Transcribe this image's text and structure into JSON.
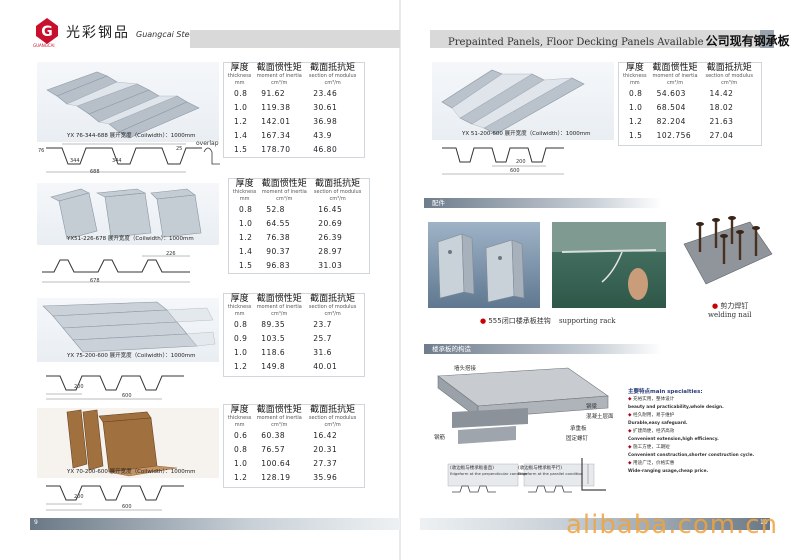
{
  "brand": {
    "name": "光彩钢品",
    "tagline": "Guangcai Steel Products",
    "logo_letters": "GUANGCAI"
  },
  "header": {
    "title_en": "Prepainted Panels, Floor Decking Panels Available",
    "title_cn": "公司现有钢承板"
  },
  "table_headers": {
    "thickness_cn": "厚度",
    "thickness_en": "thickness",
    "thickness_unit": "mm",
    "inertia_cn": "截面惯性矩",
    "inertia_en": "moment of inertia",
    "inertia_unit": "cm⁴/m",
    "modulus_cn": "截面抵抗矩",
    "modulus_en": "section of modulus",
    "modulus_unit": "cm³/m"
  },
  "panels": [
    {
      "caption": "YX 76-344-688 展开宽度（Coilwidth）：1000mm",
      "rows": [
        [
          "0.8",
          "91.62",
          "23.46"
        ],
        [
          "1.0",
          "119.38",
          "30.61"
        ],
        [
          "1.2",
          "142.01",
          "36.98"
        ],
        [
          "1.4",
          "167.34",
          "43.9"
        ],
        [
          "1.5",
          "178.70",
          "46.80"
        ]
      ],
      "dims": {
        "a": "344",
        "b": "344",
        "c": "688",
        "d": "76",
        "e": "25",
        "overlap": "overlap"
      }
    },
    {
      "caption": "YX51-226-678 展开宽度（Coilwidth）：1000mm",
      "rows": [
        [
          "0.8",
          "52.8",
          "16.45"
        ],
        [
          "1.0",
          "64.55",
          "20.69"
        ],
        [
          "1.2",
          "76.38",
          "26.39"
        ],
        [
          "1.4",
          "90.37",
          "28.97"
        ],
        [
          "1.5",
          "96.83",
          "31.03"
        ]
      ],
      "dims": {
        "a": "226",
        "c": "678"
      }
    },
    {
      "caption": "YX 75-200-600 展开宽度（Coilwidth）：1000mm",
      "rows": [
        [
          "0.8",
          "89.35",
          "23.7"
        ],
        [
          "0.9",
          "103.5",
          "25.7"
        ],
        [
          "1.0",
          "118.6",
          "31.6"
        ],
        [
          "1.2",
          "149.8",
          "40.01"
        ]
      ],
      "dims": {
        "a": "200",
        "c": "600"
      }
    },
    {
      "caption": "YX 70-200-600 展开宽度（Coilwidth）：1000mm",
      "rows": [
        [
          "0.6",
          "60.38",
          "16.42"
        ],
        [
          "0.8",
          "76.57",
          "20.31"
        ],
        [
          "1.0",
          "100.64",
          "27.37"
        ],
        [
          "1.2",
          "128.19",
          "35.96"
        ]
      ],
      "dims": {
        "a": "200",
        "c": "600"
      }
    },
    {
      "caption": "YX 51-200-600 展开宽度（Coilwidth）：1000mm",
      "rows": [
        [
          "0.8",
          "54.603",
          "14.42"
        ],
        [
          "1.0",
          "68.504",
          "18.02"
        ],
        [
          "1.2",
          "82.204",
          "21.63"
        ],
        [
          "1.5",
          "102.756",
          "27.04"
        ]
      ],
      "dims": {
        "a": "200",
        "c": "600"
      }
    }
  ],
  "accessories": {
    "tag": "配件",
    "rack_label": "555闭口楼承板挂钩",
    "rack_label_en": "supporting rack",
    "nail_label": "剪力焊钉",
    "nail_label_en": "welding nail"
  },
  "structure": {
    "tag": "楼承板的构造",
    "labels": [
      "墙头搭接",
      "钢筋",
      "混凝土层面",
      "承重板",
      "钢梁",
      "固定螺钉"
    ],
    "bottom_labels": [
      "(收边板与楼承板垂直)",
      "(收边板与楼承板平行)"
    ],
    "bottom_en": [
      "Edgeform at the perpendicular condition",
      "Edgeform at the parallel condition"
    ]
  },
  "main_spec": {
    "title": "主要特点main specialties:",
    "items": [
      {
        "cn": "充裕实用，整体设计",
        "en": "beauty and practicability,whole design."
      },
      {
        "cn": "经久耐用，易于维护",
        "en": "Durable,easy safeguard."
      },
      {
        "cn": "扩建简便，经济高效",
        "en": "Convenient extension,high efficiency."
      },
      {
        "cn": "施工方便，工期短",
        "en": "Convenient construction,shorter construction cycle."
      },
      {
        "cn": "用途广泛，价格实惠",
        "en": "Wide-ranging usage,cheap price."
      }
    ]
  },
  "watermark": "alibaba.com.cn",
  "pages": {
    "left": "9",
    "right": "10"
  },
  "colors": {
    "header_bar": "#d9d9d9",
    "accent": "#9aa3ad",
    "watermark": "#f3a33b",
    "panel_rust": "#8b5a2b"
  }
}
